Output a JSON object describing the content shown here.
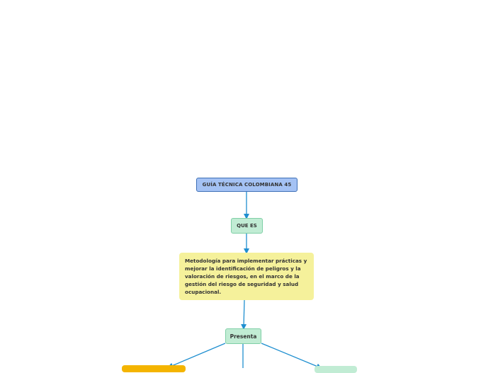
{
  "nodes": {
    "root": {
      "label": "GUÍA TÉCNICA COLOMBIANA 45"
    },
    "que_es": {
      "label": "QUE ES"
    },
    "definition": {
      "text": "Metodología para implementar prácticas y mejorar la identificación de peligros y la valoración de riesgos, en el marco de la gestión del riesgo de seguridad y salud ocupacional."
    },
    "presenta": {
      "label": "Presenta"
    }
  },
  "colors": {
    "connector": "#1f8fd0",
    "root_fill": "#a4c2f4",
    "green_fill": "#c1ecd4",
    "yellow_fill": "#f5f19b",
    "orange_fill": "#f4b400"
  }
}
